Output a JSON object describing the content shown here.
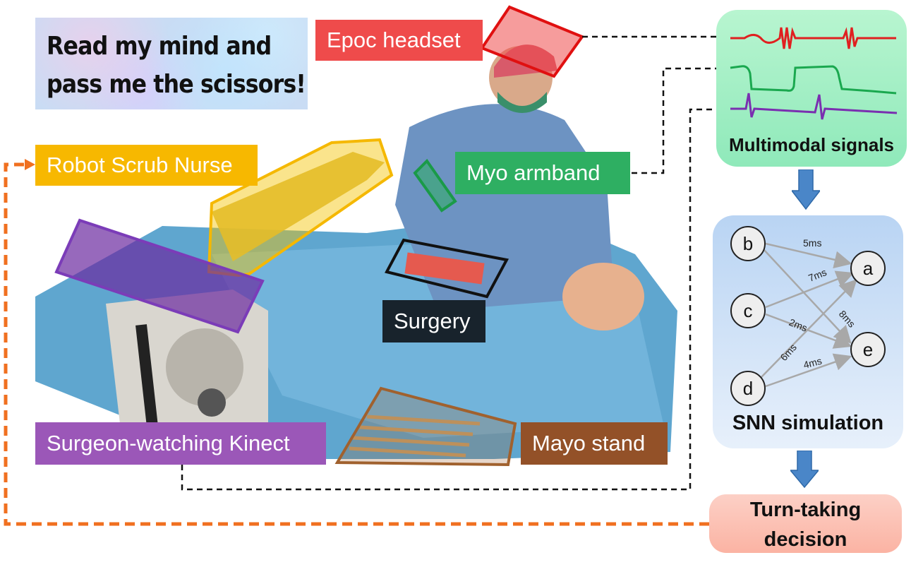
{
  "quote": {
    "line1": "Read my mind and",
    "line2": "pass me the scissors!"
  },
  "labels": {
    "epoc": "Epoc headset",
    "robot": "Robot Scrub Nurse",
    "myo": "Myo armband",
    "surgery": "Surgery",
    "kinect": "Surgeon-watching Kinect",
    "mayo": "Mayo stand"
  },
  "signals_panel": {
    "title": "Multimodal signals"
  },
  "snn_panel": {
    "title": "SNN simulation",
    "nodes": [
      "b",
      "c",
      "d",
      "a",
      "e"
    ],
    "edges": [
      "5ms",
      "7ms",
      "8ms",
      "2ms",
      "6ms",
      "4ms"
    ]
  },
  "decision_panel": {
    "title_line1": "Turn-taking",
    "title_line2": "decision"
  },
  "colors": {
    "epoc": "#ee4b4b",
    "robot": "#f5b800",
    "myo": "#2eaf62",
    "surgery": "#1a2630",
    "kinect": "#9b57b8",
    "mayo": "#8a4a26",
    "signal_red": "#e02020",
    "signal_green": "#1aa84f",
    "signal_purple": "#7a2fb0",
    "flow_arrow": "#4a86c8",
    "feedback": "#f07020"
  },
  "icons": [
    "down-arrow-icon",
    "dashed-connector",
    "feedback-arrow"
  ]
}
